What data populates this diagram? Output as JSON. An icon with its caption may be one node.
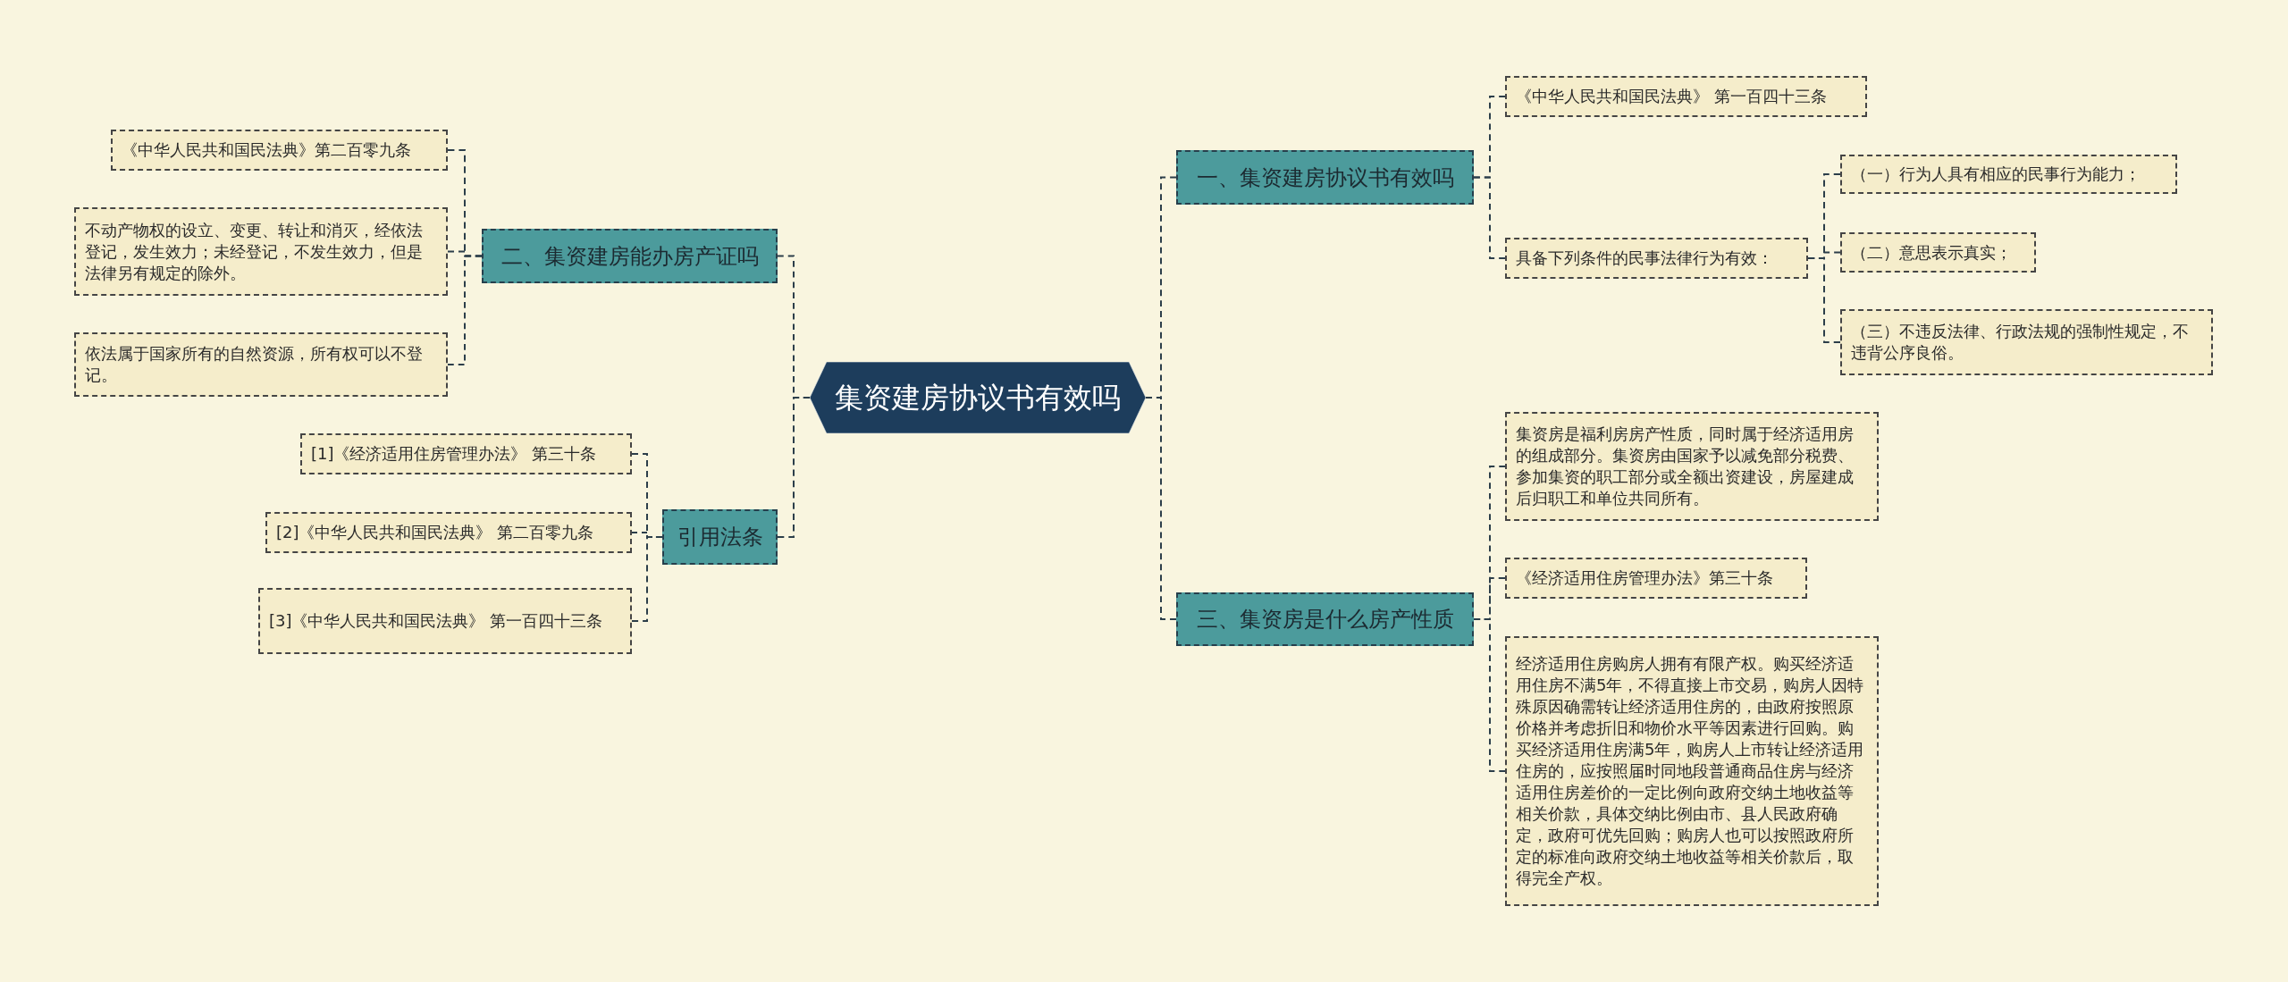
{
  "diagram": {
    "nodes": [
      {
        "text": [
          "集资建房协议书有效吗"
        ]
      },
      {
        "text": [
          "一、集资建房协议书有效吗"
        ]
      },
      {
        "text": [
          "《中华人民共和国民法典》 第一百四十三条"
        ]
      },
      {
        "text": [
          "具备下列条件的民事法律行为有效："
        ]
      },
      {
        "text": [
          "（一）行为人具有相应的民事行为能力；"
        ]
      },
      {
        "text": [
          "（二）意思表示真实；"
        ]
      },
      {
        "text": [
          "（三）不违反法律、行政法规的强制性规定，不违背公序良俗。"
        ]
      },
      {
        "text": [
          "二、集资建房能办房产证吗"
        ]
      },
      {
        "text": [
          "《中华人民共和国民法典》第二百零九条"
        ]
      },
      {
        "text": [
          "不动产物权的设立、变更、转让和消灭，经依法登记，发生效力；未经登记，不发生效力，但是法律另有规定的除外。"
        ]
      },
      {
        "text": [
          "依法属于国家所有的自然资源，所有权可以不登记。"
        ]
      },
      {
        "text": [
          "三、集资房是什么房产性质"
        ]
      },
      {
        "text": [
          "集资房是福利房房产性质，同时属于经济适用房的组成部分。集资房由国家予以减免部分税费、参加集资的职工部分或全额出资建设，房屋建成后归职工和单位共同所有。"
        ]
      },
      {
        "text": [
          "《经济适用住房管理办法》第三十条"
        ]
      },
      {
        "text": [
          "经济适用住房购房人拥有有限产权。购买经济适用住房不满5年，不得直接上市交易，购房人因特殊原因确需转让经济适用住房的，由政府按照原价格并考虑折旧和物价水平等因素进行回购。购买经济适用住房满5年，购房人上市转让经济适用住房的，应按照届时同地段普通商品住房与经济适用住房差价的一定比例向政府交纳土地收益等相关价款，具体交纳比例由市、县人民政府确定，政府可优先回购；购房人也可以按照政府所定的标准向政府交纳土地收益等相关价款后，取得完全产权。"
        ]
      },
      {
        "text": [
          "引用法条"
        ]
      },
      {
        "text": [
          "[1]《经济适用住房管理办法》 第三十条"
        ]
      },
      {
        "text": [
          "[2]《中华人民共和国民法典》 第二百零九条"
        ]
      },
      {
        "text": [
          "[3]《中华人民共和国民法典》 第一百四十三条"
        ]
      }
    ],
    "edges": [
      {
        "from": 0,
        "to": 1,
        "arrow": "none"
      },
      {
        "from": 1,
        "to": 2,
        "arrow": "none"
      },
      {
        "from": 1,
        "to": 3,
        "arrow": "none"
      },
      {
        "from": 3,
        "to": 4,
        "arrow": "none"
      },
      {
        "from": 3,
        "to": 5,
        "arrow": "none"
      },
      {
        "from": 3,
        "to": 6,
        "arrow": "none"
      },
      {
        "from": 0,
        "to": 7,
        "arrow": "none"
      },
      {
        "from": 7,
        "to": 8,
        "arrow": "none"
      },
      {
        "from": 7,
        "to": 9,
        "arrow": "none"
      },
      {
        "from": 7,
        "to": 10,
        "arrow": "none"
      },
      {
        "from": 0,
        "to": 11,
        "arrow": "none"
      },
      {
        "from": 11,
        "to": 12,
        "arrow": "none"
      },
      {
        "from": 11,
        "to": 13,
        "arrow": "none"
      },
      {
        "from": 11,
        "to": 14,
        "arrow": "none"
      },
      {
        "from": 0,
        "to": 15,
        "arrow": "none"
      },
      {
        "from": 15,
        "to": 16,
        "arrow": "none"
      },
      {
        "from": 15,
        "to": 17,
        "arrow": "none"
      },
      {
        "from": 15,
        "to": 18,
        "arrow": "none"
      }
    ]
  }
}
